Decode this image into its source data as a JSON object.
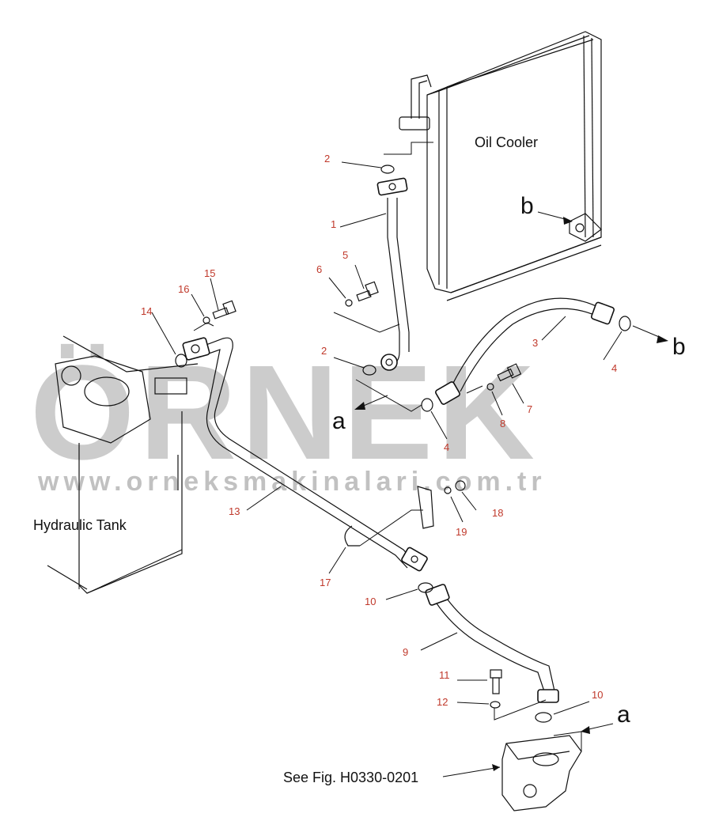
{
  "labels": {
    "oil_cooler": "Oil Cooler",
    "hydraulic_tank": "Hydraulic Tank",
    "see_fig": "See Fig. H0330-0201"
  },
  "connectors": {
    "a_left": "a",
    "a_right": "a",
    "b_top": "b",
    "b_right": "b"
  },
  "callouts": {
    "p1": "1",
    "p2_top": "2",
    "p2_mid": "2",
    "p3": "3",
    "p4_right": "4",
    "p4_mid": "4",
    "p5": "5",
    "p6": "6",
    "p7": "7",
    "p8": "8",
    "p9": "9",
    "p10_left": "10",
    "p10_right": "10",
    "p11": "11",
    "p12": "12",
    "p13": "13",
    "p14": "14",
    "p15": "15",
    "p16": "16",
    "p17": "17",
    "p18": "18",
    "p19": "19"
  },
  "watermark": {
    "word": "ÖRNEK",
    "url": "www.orneksmakinalari.com.tr"
  },
  "colors": {
    "callout": "#c0392b",
    "line": "#111111",
    "watermark": "#8e8e8e"
  }
}
